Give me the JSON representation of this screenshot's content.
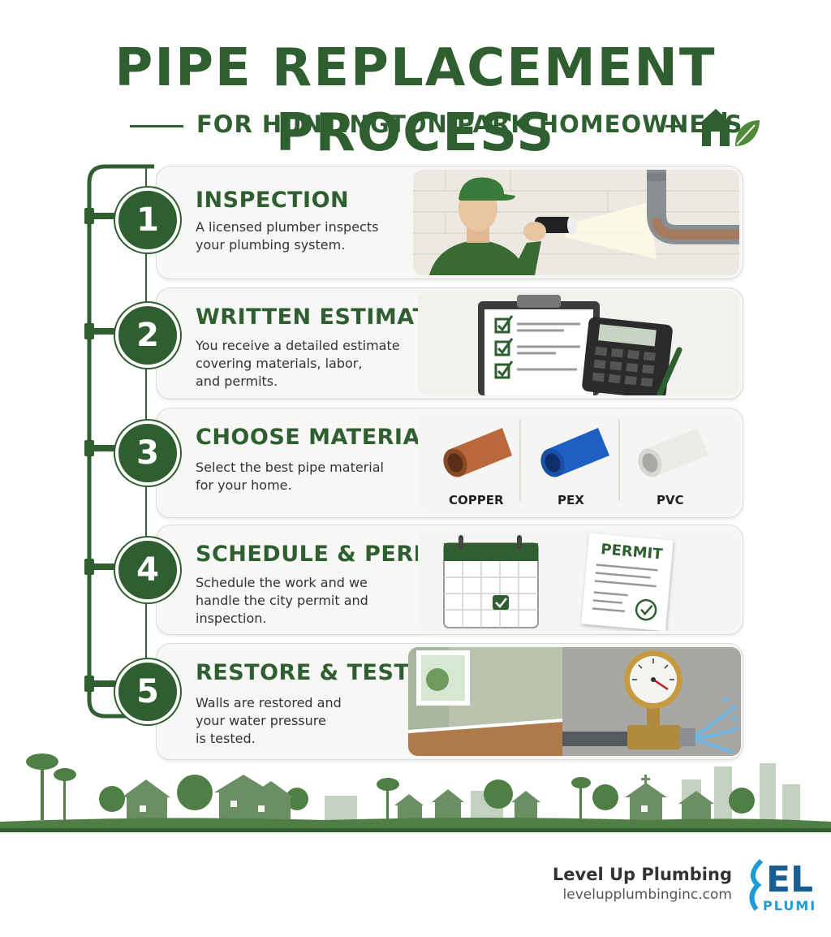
{
  "header": {
    "title": "PIPE REPLACEMENT PROCESS",
    "subtitle": "FOR HUNTINGTON PARK HOMEOWNERS"
  },
  "steps": [
    {
      "number": "1",
      "title": "INSPECTION",
      "desc_lines": [
        "A licensed plumber inspects",
        "your plumbing system."
      ]
    },
    {
      "number": "2",
      "title": "WRITTEN ESTIMATE",
      "desc_lines": [
        "You receive a detailed estimate",
        "covering materials, labor,",
        "and permits."
      ]
    },
    {
      "number": "3",
      "title": "CHOOSE MATERIAL",
      "desc_lines": [
        "Select the best pipe material",
        "for your home."
      ],
      "materials": [
        "COPPER",
        "PEX",
        "PVC"
      ]
    },
    {
      "number": "4",
      "title": "SCHEDULE & PERMIT",
      "desc_lines": [
        "Schedule the work and we",
        "handle the city permit and",
        "inspection."
      ],
      "permit_label": "PERMIT"
    },
    {
      "number": "5",
      "title": "RESTORE & TEST",
      "desc_lines": [
        "Walls are restored and",
        "your water pressure",
        "is tested."
      ]
    }
  ],
  "footer": {
    "brand": "Level Up Plumbing",
    "url": "levelupplumbinginc.com",
    "logo_main": "EL",
    "logo_sub": "PLUMI"
  },
  "colors": {
    "primary_green": "#2f5f30",
    "card_bg": "#f7f7f5",
    "logo_blue": "#1b5f92"
  }
}
